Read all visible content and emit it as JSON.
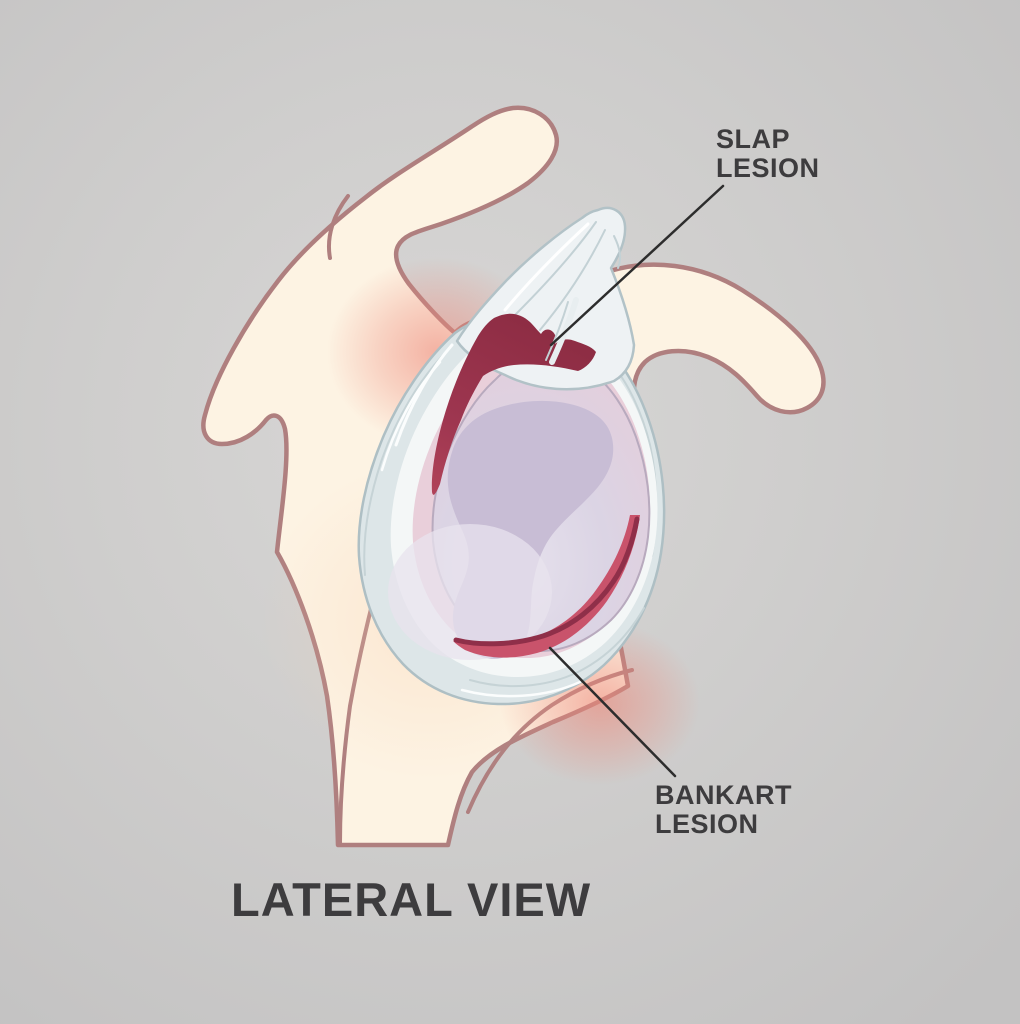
{
  "title": {
    "text": "LATERAL VIEW"
  },
  "labels": {
    "slap": {
      "line1": "SLAP",
      "line2": "LESION"
    },
    "bankart": {
      "line1": "BANKART",
      "line2": "LESION"
    }
  },
  "colors": {
    "background": "#cdcccc",
    "background_center": "#d7d6d5",
    "bone": "#fdf3e3",
    "bone_outline": "#af7f7f",
    "capsule": "#dde6e8",
    "capsule_outline": "#aebfc4",
    "capsule_inner_ring": "#f4f7f7",
    "cartilage": "#dbd4e4",
    "cartilage_inner": "#c8bdd5",
    "cartilage_fringe_pink": "#e9cfda",
    "slap_lesion": "#8e2d44",
    "slap_lesion_band": "#b24359",
    "bankart_lesion": "#c9536b",
    "bankart_lesion_edge": "#8f2f49",
    "inflammation_glow": "#ef8d7e",
    "tendon": "#eef2f4",
    "tendon_outline": "#b2c2c7",
    "label_text": "#3d3c3e",
    "leader_line": "#2d2d2d"
  }
}
